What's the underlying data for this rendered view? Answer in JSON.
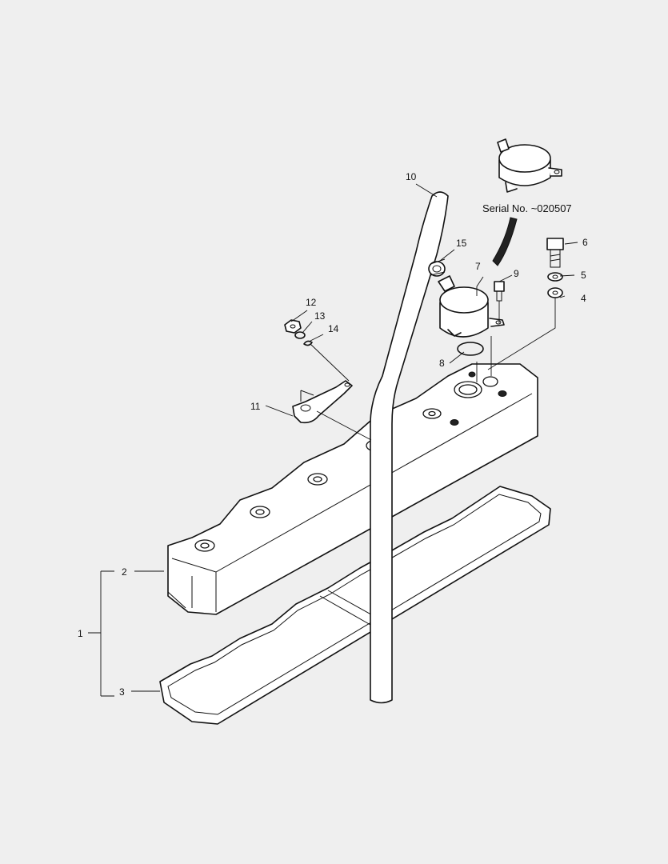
{
  "diagram": {
    "serial_note": "Serial No. ~020507",
    "callouts": {
      "c1": "1",
      "c2": "2",
      "c3": "3",
      "c4": "4",
      "c5": "5",
      "c6": "6",
      "c7": "7",
      "c8": "8",
      "c9": "9",
      "c10": "10",
      "c11": "11",
      "c12": "12",
      "c13": "13",
      "c14": "14",
      "c15": "15"
    }
  }
}
